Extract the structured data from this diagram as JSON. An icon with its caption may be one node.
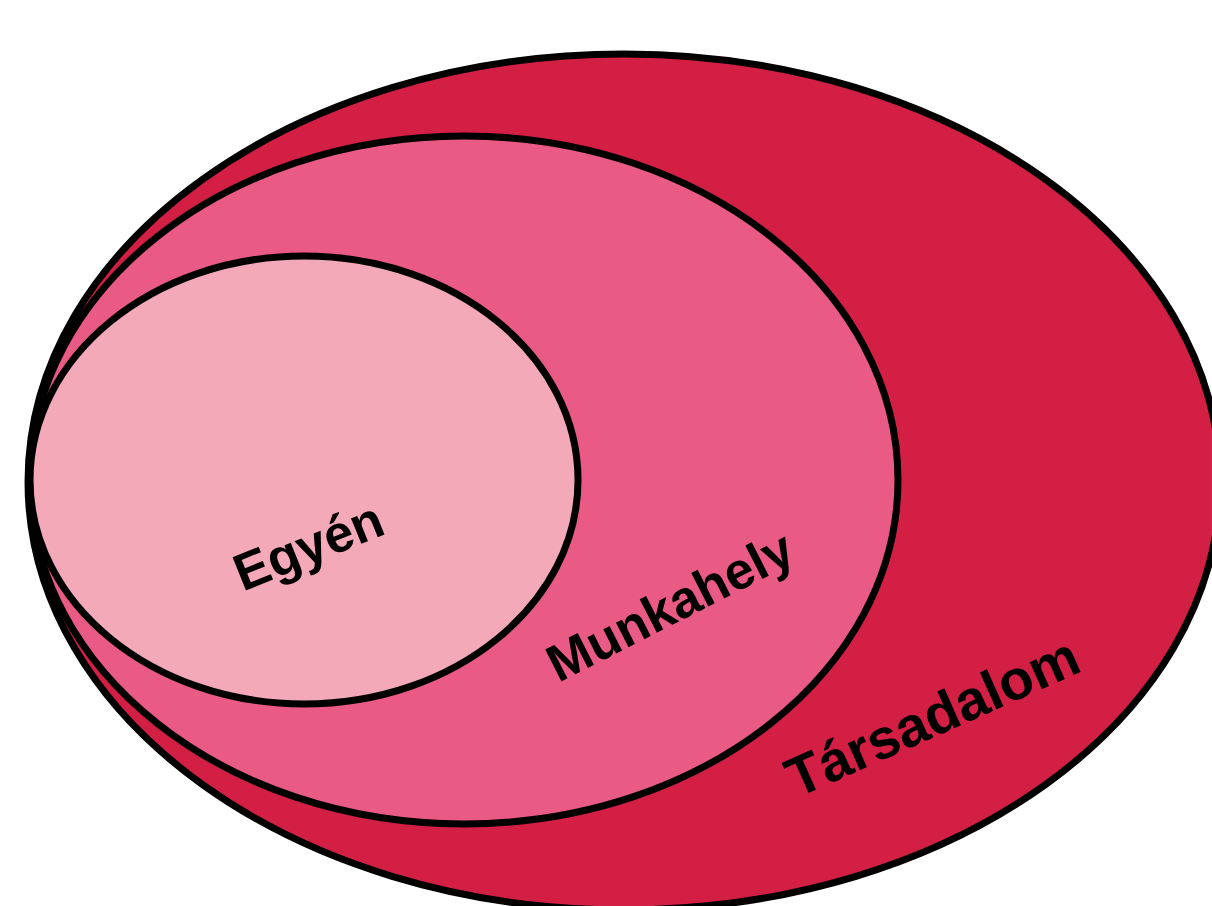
{
  "diagram": {
    "nodes": [
      {
        "text": [
          "Társadalom"
        ]
      },
      {
        "text": [
          "Munkahely"
        ],
        "in": 0
      },
      {
        "text": [
          "Egyén"
        ],
        "in": 1
      }
    ]
  }
}
